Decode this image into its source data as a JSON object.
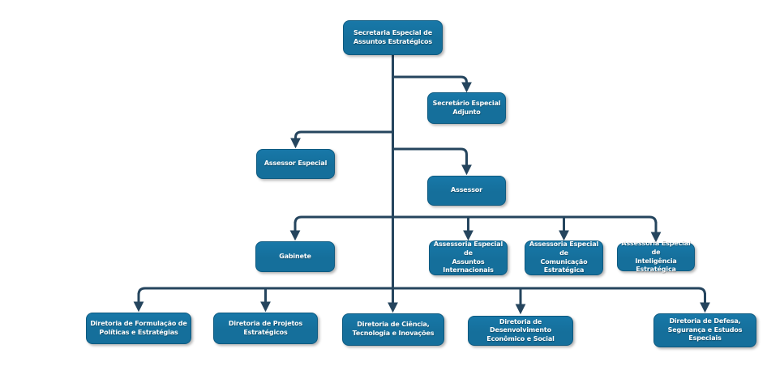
{
  "org": {
    "boxes": [
      {
        "name": "secretaria-especial-assuntos-estrategicos",
        "label": "Secretaria Especial de\nAssuntos Estratégicos"
      },
      {
        "name": "secretario-especial-adjunto",
        "label": "Secretário Especial\nAdjunto"
      },
      {
        "name": "assessor-especial",
        "label": "Assessor Especial"
      },
      {
        "name": "assessor",
        "label": "Assessor"
      },
      {
        "name": "gabinete",
        "label": "Gabinete"
      },
      {
        "name": "assessoria-especial-assuntos-internacionais",
        "label": "Assessoria Especial de\nAssuntos\nInternacionais"
      },
      {
        "name": "assessoria-especial-comunicacao-estrategica",
        "label": "Assessoria Especial de\nComunicação\nEstratégica"
      },
      {
        "name": "assessoria-especial-inteligencia-estrategica",
        "label": "Assessoria Especial de\nInteligência Estratégica"
      },
      {
        "name": "diretoria-formulacao-politicas-estrategias",
        "label": "Diretoria de Formulação de\nPolíticas e Estratégias"
      },
      {
        "name": "diretoria-projetos-estrategicos",
        "label": "Diretoria de Projetos\nEstratégicos"
      },
      {
        "name": "diretoria-ciencia-tecnologia-inovacoes",
        "label": "Diretoria de Ciência,\nTecnologia e Inovações"
      },
      {
        "name": "diretoria-desenvolvimento-economico-social",
        "label": "Diretoria de Desenvolvimento\nEconômico e Social"
      },
      {
        "name": "diretoria-defesa-seguranca-estudos-especiais",
        "label": "Diretoria de Defesa,\nSegurança e Estudos\nEspeciais"
      }
    ]
  },
  "colors": {
    "box_fill": "#156F9B",
    "box_fill_top": "#1878A8",
    "box_border": "#0E5A80",
    "box_text": "#FFFFFF",
    "line": "#25455E",
    "background": "#FFFFFF"
  }
}
